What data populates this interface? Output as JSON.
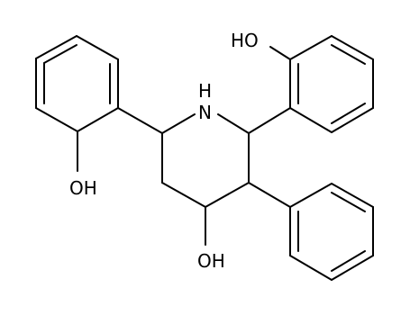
{
  "molecule": {
    "labels": {
      "ring_nitrogen": "N",
      "ring_nitrogen_h": "H",
      "hydroxyl_top_right": "HO",
      "hydroxyl_left": "OH",
      "hydroxyl_bottom_center": "OH"
    },
    "colors": {
      "bond": "#000000",
      "text": "#000000",
      "background": "#ffffff"
    }
  }
}
